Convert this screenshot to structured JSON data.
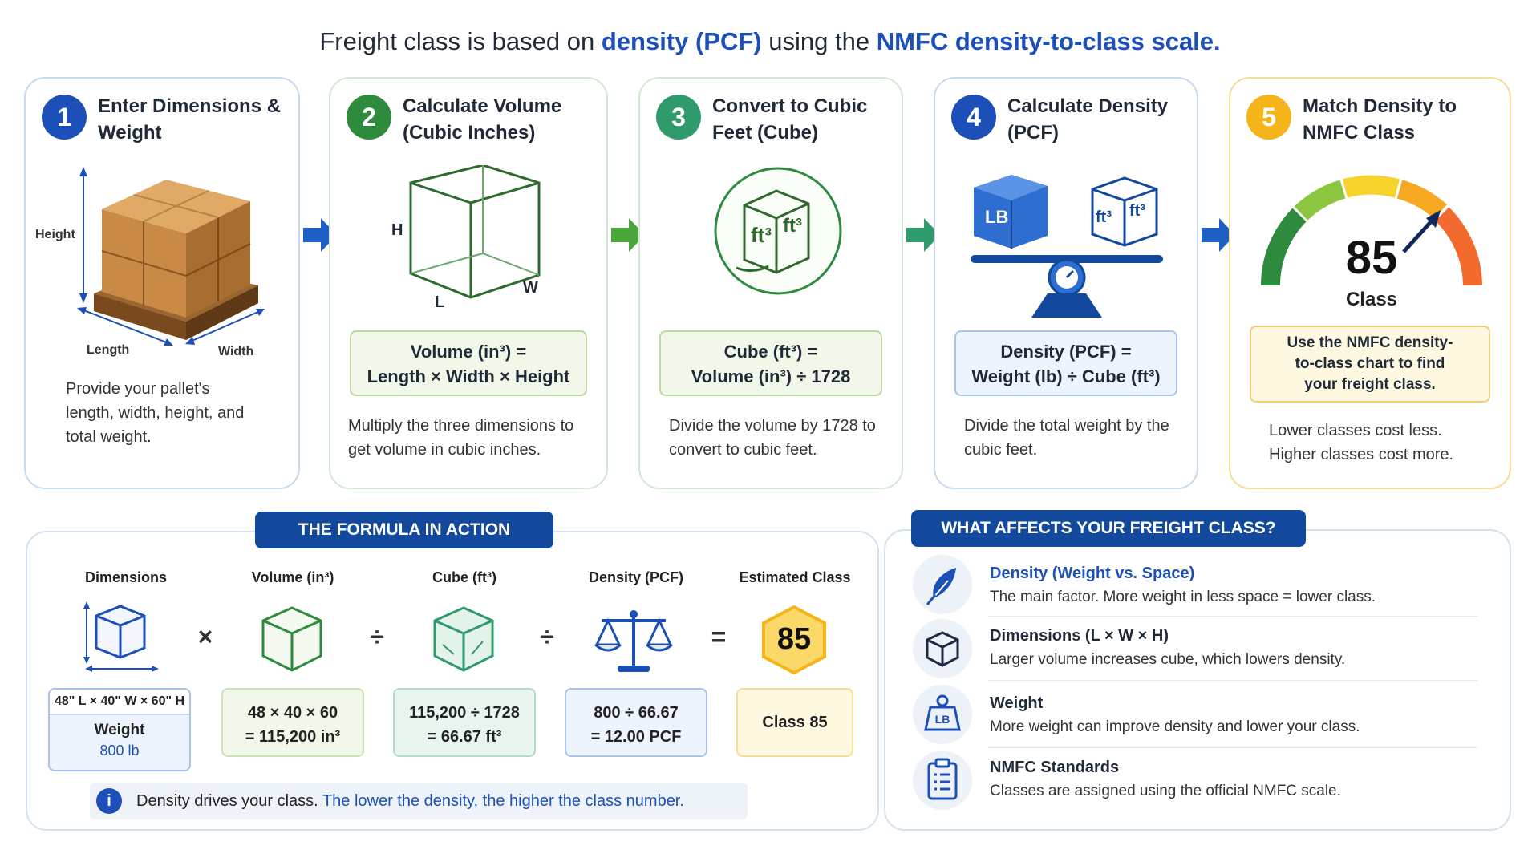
{
  "headline": {
    "prefix": "Freight class is based on ",
    "hl1": "density (PCF)",
    "middle": " using the ",
    "hl2": "NMFC density-to-class scale."
  },
  "steps": [
    {
      "number": "1",
      "title": "Enter Dimensions & Weight",
      "labels": {
        "height": "Height",
        "length": "Length",
        "width": "Width"
      },
      "description": "Provide your pallet's length, width, height, and total weight."
    },
    {
      "number": "2",
      "title": "Calculate Volume (Cubic Inches)",
      "labels": {
        "h": "H",
        "l": "L",
        "w": "W"
      },
      "formula": [
        "Volume (in³) =",
        "Length × Width × Height"
      ],
      "description": "Multiply the three dimensions to get volume in cubic inches."
    },
    {
      "number": "3",
      "title": "Convert to Cubic Feet (Cube)",
      "cube_text": "ft³",
      "formula": [
        "Cube (ft³) =",
        "Volume (in³) ÷ 1728"
      ],
      "description": "Divide the volume by 1728 to convert to cubic feet."
    },
    {
      "number": "4",
      "title": "Calculate Density (PCF)",
      "box_label": "LB",
      "cube_text": "ft³",
      "formula": [
        "Density (PCF) =",
        "Weight (lb) ÷ Cube (ft³)"
      ],
      "description": "Divide the total weight by the cubic feet."
    },
    {
      "number": "5",
      "title": "Match Density to NMFC Class",
      "gauge_value": "85",
      "gauge_label": "Class",
      "formula": [
        "Use the NMFC density-",
        "to-class chart to find",
        "your freight class."
      ],
      "description": "Lower classes cost less. Higher classes cost more."
    }
  ],
  "formula_panel": {
    "tab": "THE FORMULA IN ACTION",
    "columns": [
      "Dimensions",
      "Volume (in³)",
      "Cube (ft³)",
      "Density (PCF)",
      "Estimated Class"
    ],
    "operators": [
      "×",
      "÷",
      "÷",
      "="
    ],
    "dims_line": "48\" L × 40\" W × 60\" H",
    "weight_label": "Weight",
    "weight_value": "800 lb",
    "volume": [
      "48 × 40 × 60",
      "= 115,200 in³"
    ],
    "cube": [
      "115,200 ÷ 1728",
      "= 66.67 ft³"
    ],
    "density": [
      "800 ÷ 66.67",
      "= 12.00 PCF"
    ],
    "badge": "85",
    "class_result": "Class 85",
    "note_plain": "Density drives your class. ",
    "note_blue": "The lower the density, the higher the class number.",
    "note_icon": "i"
  },
  "factors_panel": {
    "tab": "WHAT AFFECTS YOUR FREIGHT CLASS?",
    "items": [
      {
        "title": "Density (Weight vs. Space)",
        "text": "The main factor. More weight in less space = lower class.",
        "icon": "feather-icon"
      },
      {
        "title": "Dimensions (L × W × H)",
        "text": "Larger volume increases cube, which lowers density.",
        "icon": "box-icon"
      },
      {
        "title": "Weight",
        "text": "More weight can improve density and lower your class.",
        "icon": "weight-icon",
        "icon_text": "LB"
      },
      {
        "title": "NMFC Standards",
        "text": "Classes are assigned using the official NMFC scale.",
        "icon": "clipboard-icon"
      }
    ]
  },
  "colors": {
    "blue": "#1d4fb8",
    "navy": "#13499c",
    "green": "#2e8b3e",
    "teal": "#2f9a6b",
    "gold": "#f4b41a"
  }
}
